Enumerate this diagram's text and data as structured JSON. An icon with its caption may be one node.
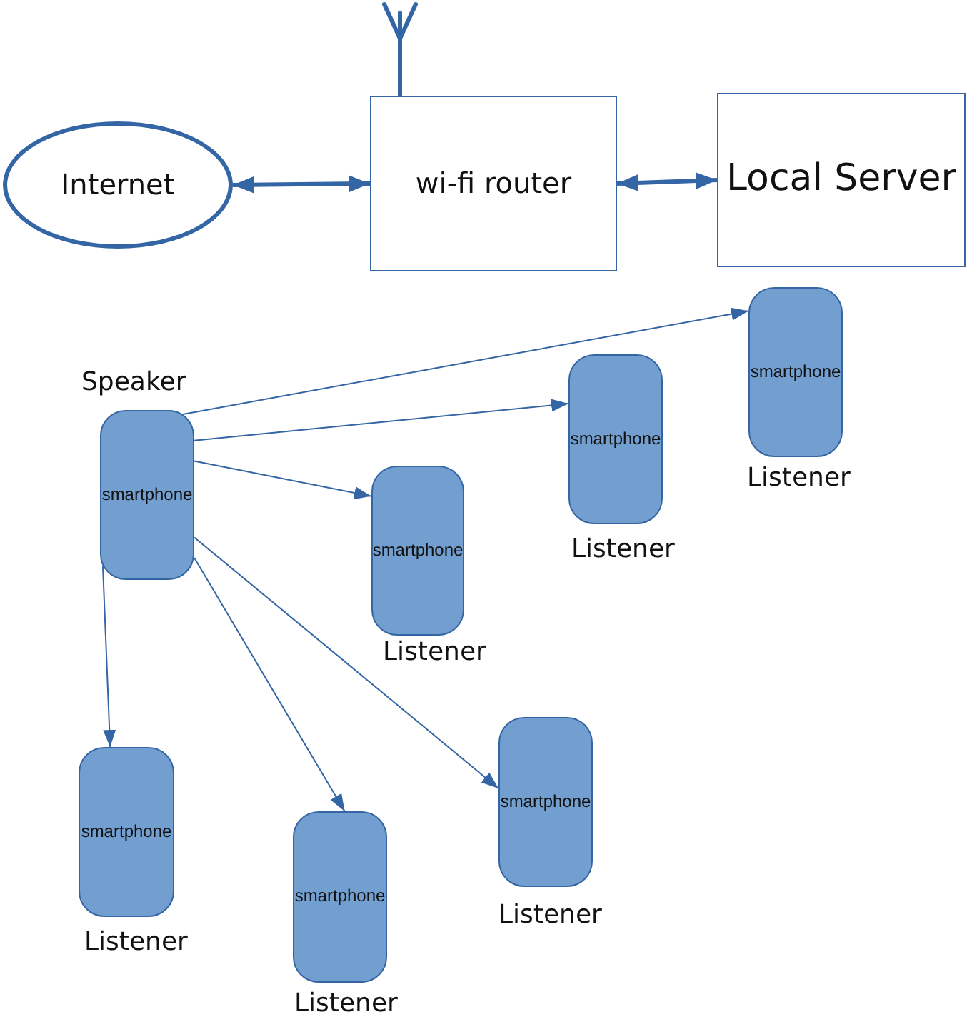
{
  "diagram": {
    "nodes": [
      {
        "text": [
          "Internet"
        ]
      },
      {
        "text": [
          "wi-fi router"
        ]
      },
      {
        "text": [
          "Local Server"
        ]
      },
      {
        "text": [
          "smartphone"
        ],
        "beside": [
          "Speaker"
        ]
      },
      {
        "text": [
          "smartphone"
        ],
        "beside": [
          "Listener"
        ]
      },
      {
        "text": [
          "smartphone"
        ],
        "beside": [
          "Listener"
        ]
      },
      {
        "text": [
          "smartphone"
        ],
        "beside": [
          "Listener"
        ]
      },
      {
        "text": [
          "smartphone"
        ],
        "beside": [
          "Listener"
        ]
      },
      {
        "text": [
          "smartphone"
        ],
        "beside": [
          "Listener"
        ]
      },
      {
        "text": [
          "smartphone"
        ],
        "beside": [
          "Listener"
        ]
      }
    ],
    "edges": [
      {
        "from": 0,
        "to": 1,
        "arrow": "both",
        "style": "thick"
      },
      {
        "from": 1,
        "to": 2,
        "arrow": "both",
        "style": "thick"
      },
      {
        "from": 3,
        "to": 4,
        "arrow": "to"
      },
      {
        "from": 3,
        "to": 5,
        "arrow": "to"
      },
      {
        "from": 3,
        "to": 6,
        "arrow": "to"
      },
      {
        "from": 3,
        "to": 7,
        "arrow": "to"
      },
      {
        "from": 3,
        "to": 8,
        "arrow": "to"
      },
      {
        "from": 3,
        "to": 9,
        "arrow": "to"
      }
    ]
  }
}
